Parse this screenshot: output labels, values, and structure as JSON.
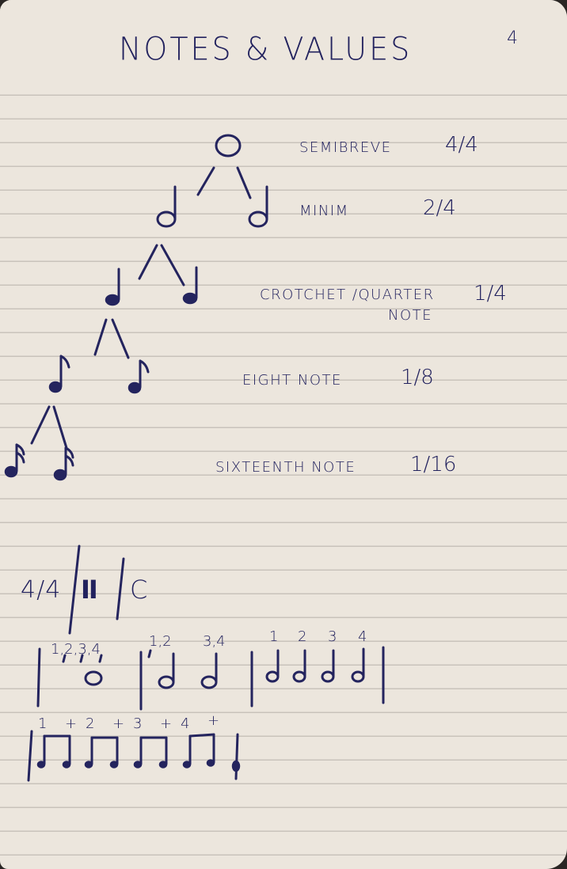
{
  "page": {
    "title": "NOTES & VALUES",
    "page_number": "4"
  },
  "note_tree": [
    {
      "name": "SEMIBREVE",
      "value": "4/4"
    },
    {
      "name": "MINIM",
      "value": "2/4"
    },
    {
      "name": "CROTCHET /QUARTER",
      "name_line2": "NOTE",
      "value": "1/4"
    },
    {
      "name": "EIGHT NOTE",
      "value": "1/8"
    },
    {
      "name": "SIXTEENTH NOTE",
      "value": "1/16"
    }
  ],
  "time_signatures": {
    "fraction": "4/4",
    "symbol_cut": "II",
    "symbol_common": "C"
  },
  "rhythm_example": {
    "bar1_counts": "1,2,3,4",
    "bar2_counts_a": "1,2",
    "bar2_counts_b": "3,4",
    "bar3_counts": [
      "1",
      "2",
      "3",
      "4"
    ],
    "eighths_counts": [
      "1",
      "+",
      "2",
      "+",
      "3",
      "+",
      "4",
      "+"
    ]
  },
  "colors": {
    "ink": "#24245e",
    "paper": "#ece6dd",
    "rule": "#c9c3bb",
    "background": "#2a2624"
  }
}
